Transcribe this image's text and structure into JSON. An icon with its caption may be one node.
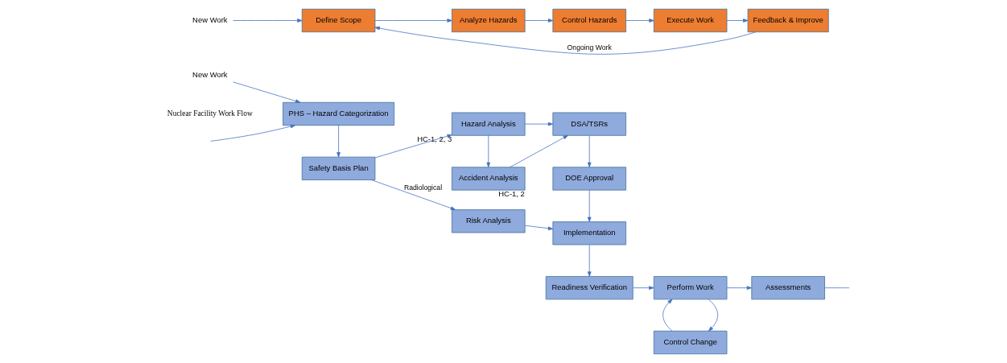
{
  "diagram": {
    "nodes": [
      {
        "text": [
          "New Work"
        ]
      },
      {
        "text": [
          "Define Scope"
        ]
      },
      {
        "text": [
          "Analyze Hazards"
        ]
      },
      {
        "text": [
          "Control Hazards"
        ]
      },
      {
        "text": [
          "Execute Work"
        ]
      },
      {
        "text": [
          "Feedback & Improve"
        ]
      },
      {
        "text": [
          "New Work"
        ]
      },
      {
        "text": [
          "PHS – Hazard Categorization"
        ]
      },
      {
        "text": [
          "Safety Basis Plan"
        ]
      },
      {
        "text": [
          "Hazard Analysis"
        ],
        "beside": [
          "HC-1, 2, 3"
        ]
      },
      {
        "text": [
          "Accident Analysis"
        ],
        "beside": [
          "HC-1, 2"
        ]
      },
      {
        "text": [
          "DSA/TSRs"
        ]
      },
      {
        "text": [
          "DOE Approval"
        ]
      },
      {
        "text": [
          "Risk Analysis"
        ]
      },
      {
        "text": [
          "Implementation"
        ]
      },
      {
        "text": [
          "Readiness Verification"
        ]
      },
      {
        "text": [
          "Perform Work"
        ]
      },
      {
        "text": [
          "Control Change"
        ]
      },
      {
        "text": [
          "Assessments"
        ]
      }
    ],
    "edges": [
      {
        "from": 0,
        "to": 1,
        "arrow": "to"
      },
      {
        "from": 1,
        "to": 2,
        "arrow": "to"
      },
      {
        "from": 2,
        "to": 3,
        "arrow": "to"
      },
      {
        "from": 3,
        "to": 4,
        "arrow": "to"
      },
      {
        "from": 4,
        "to": 5,
        "arrow": "to"
      },
      {
        "from": 5,
        "to": 1,
        "arrow": "to",
        "label": "Ongoing Work"
      },
      {
        "from": 6,
        "to": 7,
        "arrow": "to"
      },
      {
        "from": null,
        "to": 7,
        "arrow": "to"
      },
      {
        "from": 7,
        "to": 8,
        "arrow": "to"
      },
      {
        "from": 8,
        "to": 9,
        "arrow": "to"
      },
      {
        "from": 9,
        "to": 10,
        "arrow": "to"
      },
      {
        "from": 9,
        "to": 11,
        "arrow": "to"
      },
      {
        "from": 10,
        "to": 11,
        "arrow": "to"
      },
      {
        "from": 8,
        "to": 13,
        "arrow": "to",
        "label": "Radiological"
      },
      {
        "from": 11,
        "to": 12,
        "arrow": "to"
      },
      {
        "from": 12,
        "to": 14,
        "arrow": "to"
      },
      {
        "from": 13,
        "to": 14,
        "arrow": "to"
      },
      {
        "from": 14,
        "to": 15,
        "arrow": "to"
      },
      {
        "from": 15,
        "to": 16,
        "arrow": "to"
      },
      {
        "from": 16,
        "to": 17,
        "arrow": "to"
      },
      {
        "from": 17,
        "to": 16,
        "arrow": "to"
      },
      {
        "from": 16,
        "to": 18,
        "arrow": "to"
      },
      {
        "from": 18,
        "to": null,
        "arrow": "none"
      }
    ],
    "labels": [
      "Nuclear Facility Work Flow"
    ]
  }
}
